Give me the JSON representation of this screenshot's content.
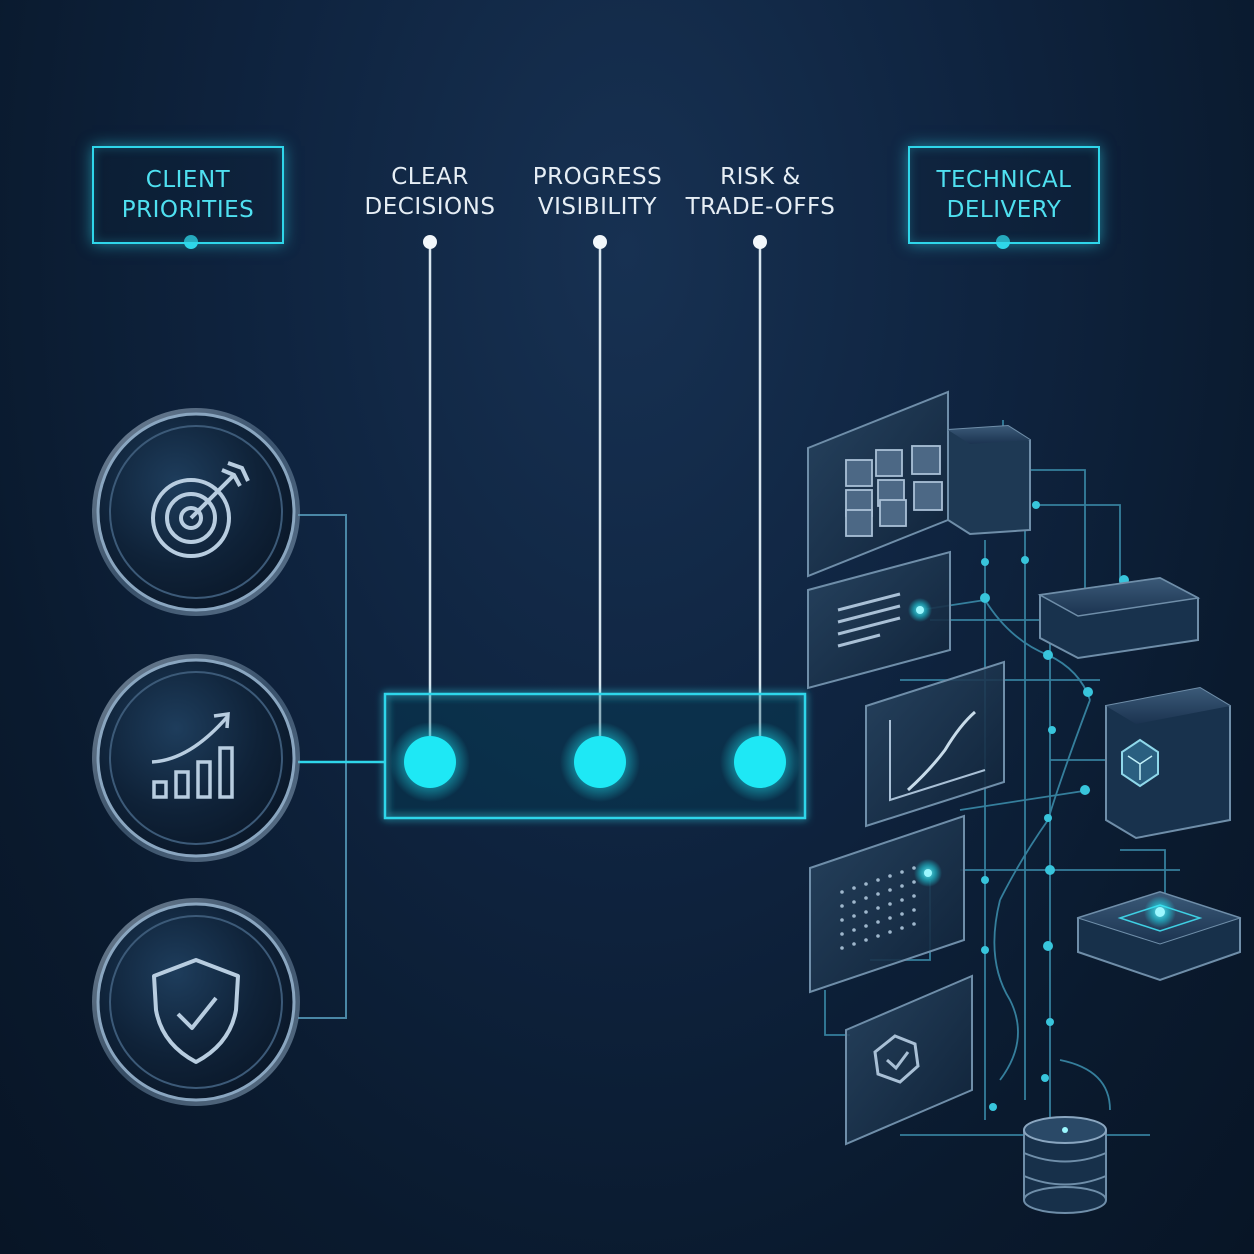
{
  "diagram": {
    "left_box": {
      "line1": "CLIENT",
      "line2": "PRIORITIES",
      "icon_names": [
        "target-icon",
        "growth-chart-icon",
        "shield-check-icon"
      ]
    },
    "right_box": {
      "line1": "TECHNICAL",
      "line2": "DELIVERY"
    },
    "middle_labels": [
      {
        "line1": "CLEAR",
        "line2": "DECISIONS"
      },
      {
        "line1": "PROGRESS",
        "line2": "VISIBILITY"
      },
      {
        "line1": "RISK &",
        "line2": "TRADE-OFFS"
      }
    ]
  },
  "colors": {
    "accent": "#2fd6ea",
    "node": "#1ee8f5",
    "line": "#4aa9c4",
    "text_light": "#e6eef5",
    "bg_dark": "#0a1a2e"
  }
}
